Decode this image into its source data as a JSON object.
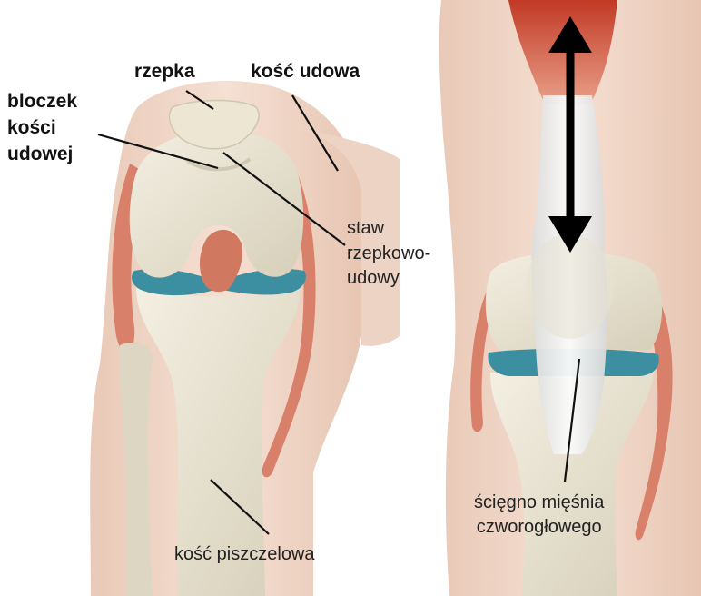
{
  "labels": {
    "rzepka": "rzepka",
    "kosc_udowa": "kość udowa",
    "bloczek": [
      "bloczek",
      "kości",
      "udowej"
    ],
    "staw": [
      "staw",
      "rzepkowo-",
      "udowy"
    ],
    "kosc_piszczelowa": "kość piszczelowa",
    "sciegno": [
      "ścięgno mięśnia",
      "czworogłowego"
    ]
  },
  "colors": {
    "skin": "#f1d9cb",
    "bone": "#e9e4d3",
    "bone_shade": "#cfc8b2",
    "meniscus": "#3c8fa0",
    "ligament": "#d9806a",
    "muscle": "#c9452f",
    "tendon": "#f4f2ee",
    "arrow": "#000000",
    "pointer": "#111111"
  }
}
